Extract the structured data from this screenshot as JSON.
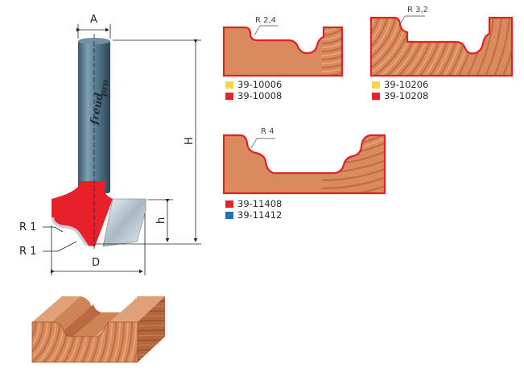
{
  "dimensions": {
    "a": "A",
    "d": "D",
    "h_total": "H",
    "h_cut": "h",
    "r1_top": "R 1",
    "r1_bottom": "R 1"
  },
  "brand": {
    "name": "freud",
    "suffix": "pro"
  },
  "profiles": [
    {
      "radius": "R 2,4",
      "items": [
        {
          "code": "39-10006",
          "color": "#f7d842"
        },
        {
          "code": "39-10008",
          "color": "#e8202a"
        }
      ]
    },
    {
      "radius": "R 3,2",
      "items": [
        {
          "code": "39-10206",
          "color": "#f7d842"
        },
        {
          "code": "39-10208",
          "color": "#e8202a"
        }
      ]
    },
    {
      "radius": "R 4",
      "items": [
        {
          "code": "39-11408",
          "color": "#e8202a"
        },
        {
          "code": "39-11412",
          "color": "#1c73b8"
        }
      ]
    }
  ],
  "colors": {
    "cutter_red": "#e8202a",
    "shank_blue": "#4f7186",
    "profile_line": "#e32024",
    "wood": "#d98b5f"
  }
}
